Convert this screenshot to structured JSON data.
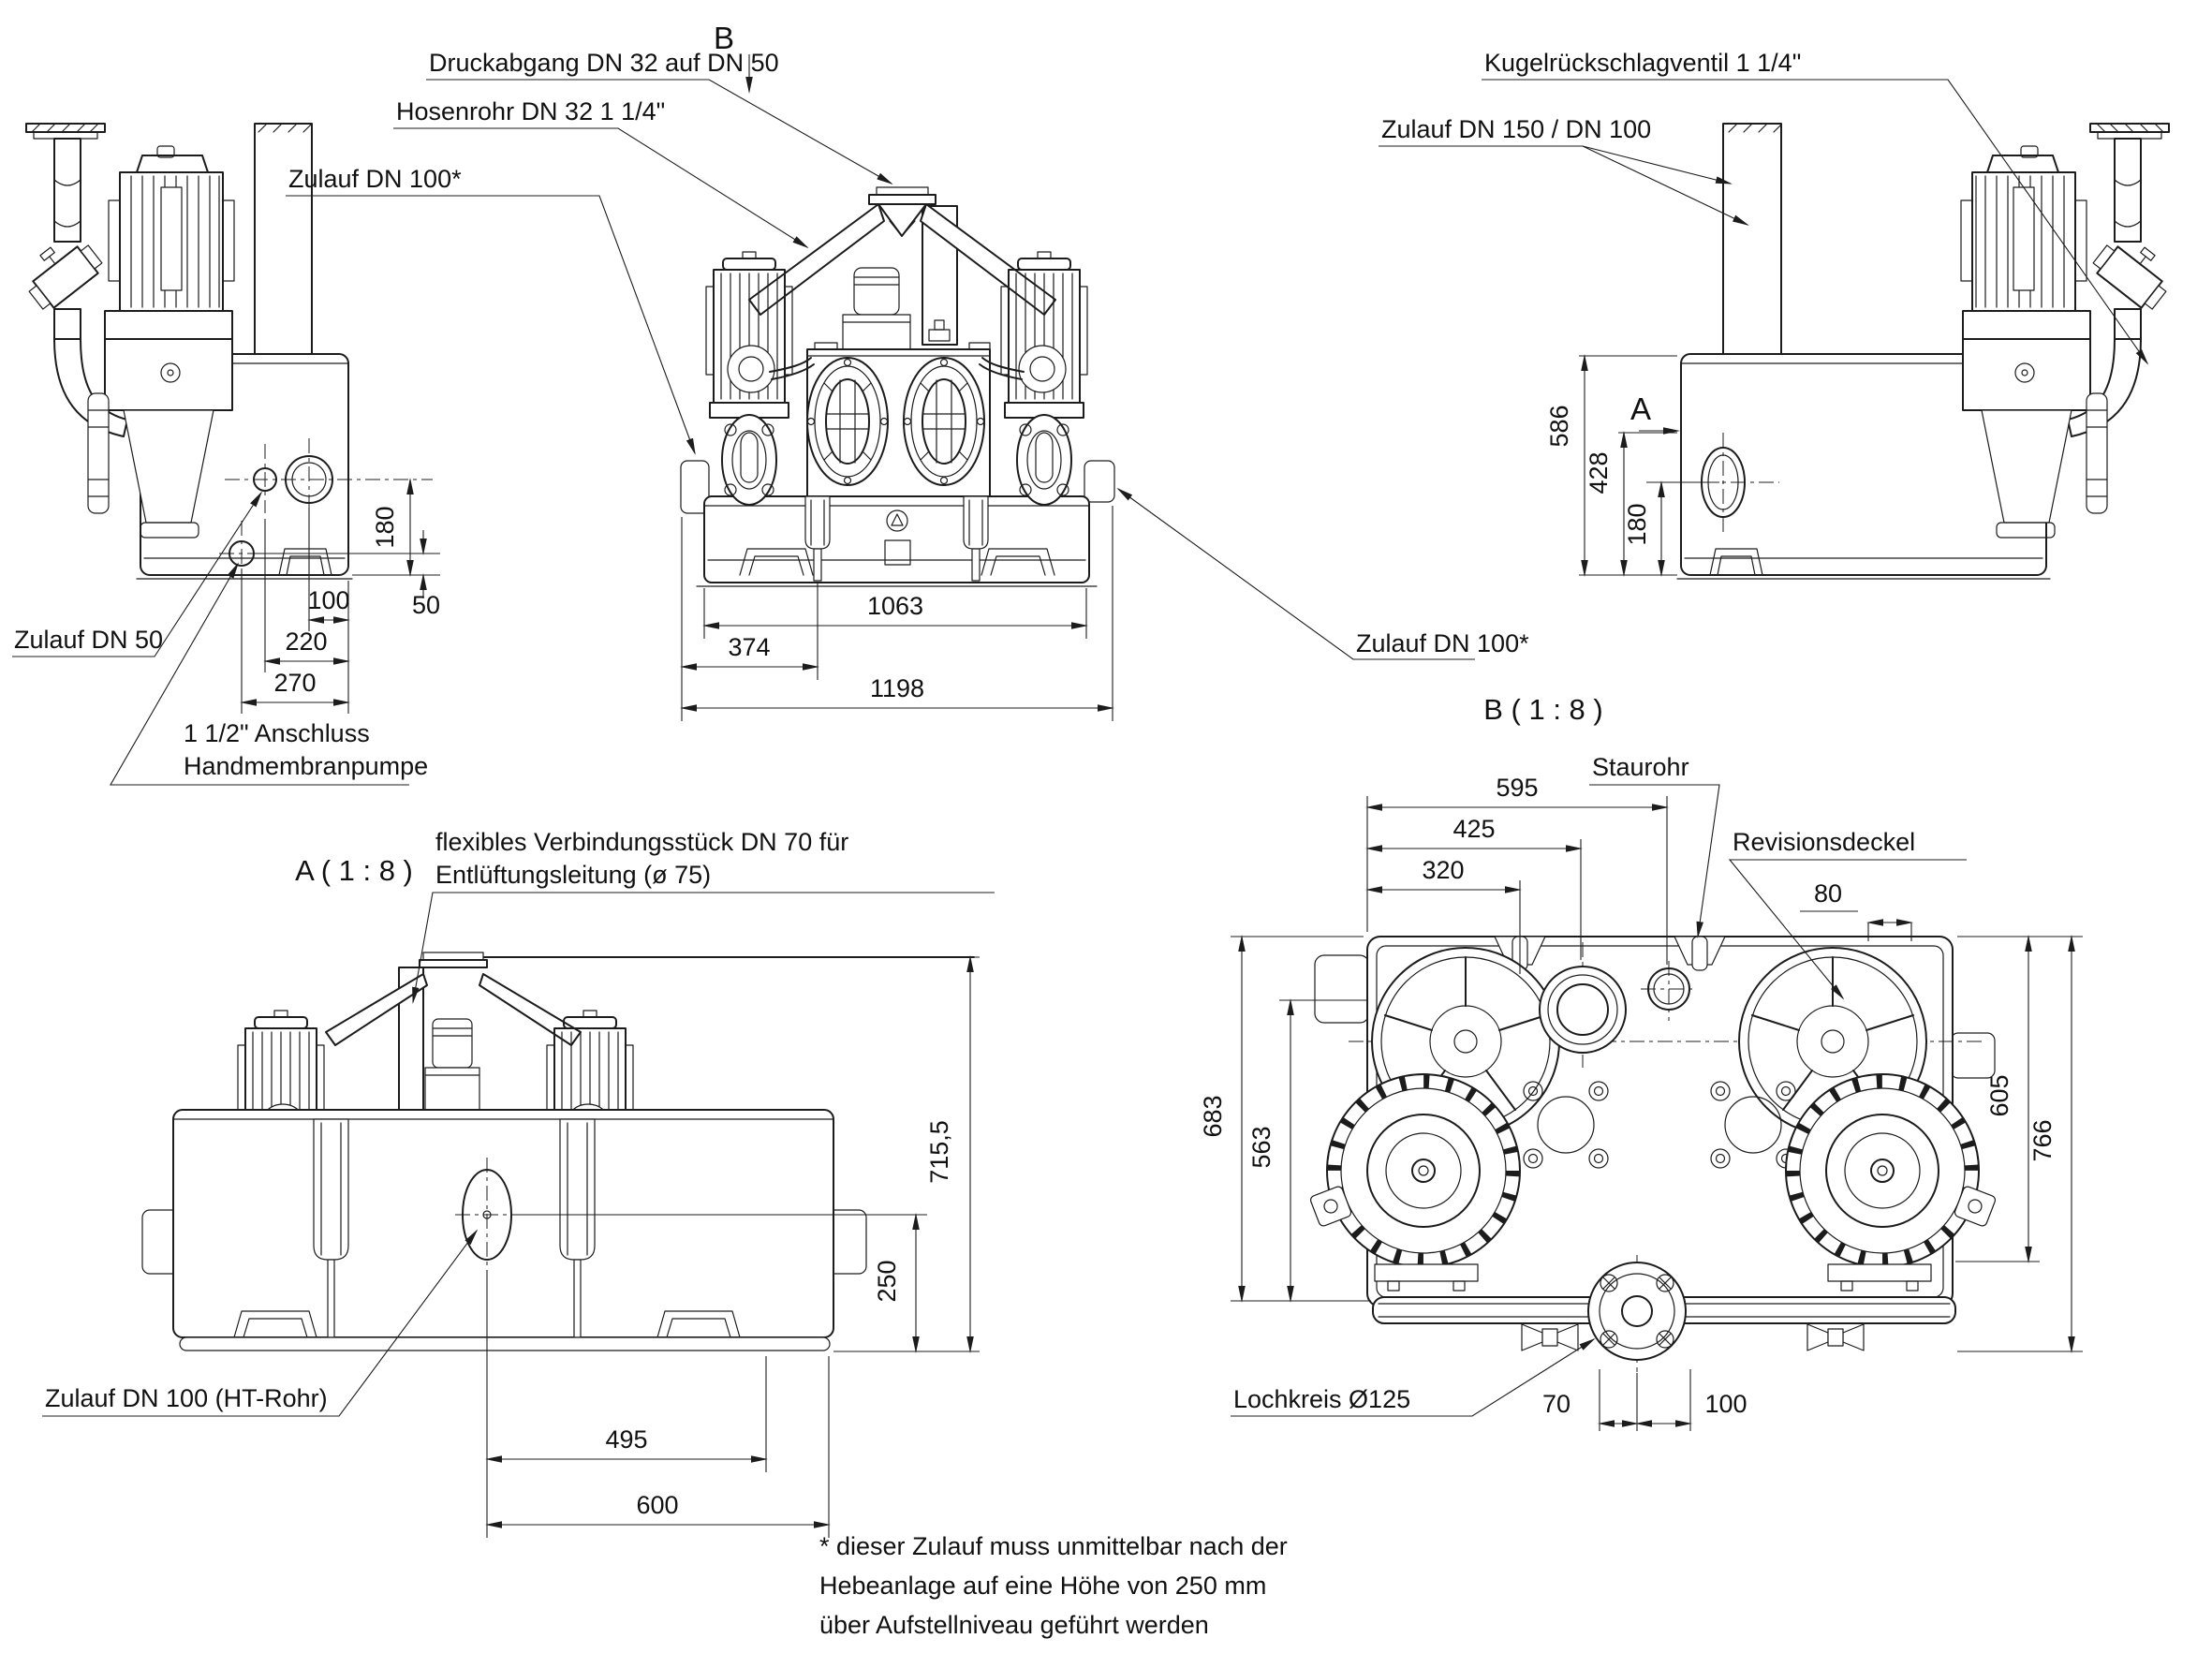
{
  "colors": {
    "line_color": "#1c1c1c",
    "background": "#ffffff"
  },
  "callouts": {
    "druckabgang": "Druckabgang DN 32 auf DN 50",
    "hosenrohr": "Hosenrohr DN 32 1 1/4\"",
    "zulauf_dn100_star_left": "Zulauf DN 100*",
    "zulauf_dn50": "Zulauf DN 50",
    "anschluss_line1": "1 1/2\" Anschluss",
    "anschluss_line2": "Handmembranpumpe",
    "kugelrueckschlagventil": "Kugelrückschlagventil 1 1/4\"",
    "zulauf_dn150_dn100": "Zulauf DN 150 / DN 100",
    "zulauf_dn100_star_right": "Zulauf DN 100*",
    "flex_line1": "flexibles Verbindungsstück DN 70 für",
    "flex_line2": "Entlüftungsleitung (ø 75)",
    "zulauf_dn100_ht": "Zulauf DN 100 (HT-Rohr)",
    "staurohr": "Staurohr",
    "revisionsdeckel": "Revisionsdeckel",
    "lochkreis": "Lochkreis Ø125"
  },
  "markers": {
    "section_b_letter": "B",
    "section_a_letter": "A",
    "section_a_title": "A ( 1 : 8 )",
    "section_b_title": "B ( 1 : 8 )"
  },
  "dims": {
    "front": {
      "w_tank": "1063",
      "w_pump": "374",
      "w_total": "1198"
    },
    "left_side": {
      "h_inlet": "180",
      "h_hand": "50",
      "o_100": "100",
      "o_220": "220",
      "o_270": "270"
    },
    "right_side": {
      "h_total": "586",
      "h_tank": "428",
      "h_inlet": "180"
    },
    "section_a": {
      "h_total": "715,5",
      "h_inlet": "250",
      "o_495": "495",
      "o_600": "600"
    },
    "section_b": {
      "d_595": "595",
      "d_425": "425",
      "d_320": "320",
      "d_80": "80",
      "d_683": "683",
      "d_563": "563",
      "d_605": "605",
      "d_766": "766",
      "d_70": "70",
      "d_100": "100"
    }
  },
  "footnote": {
    "line1": "* dieser Zulauf muss unmittelbar nach der",
    "line2": "Hebeanlage auf eine Höhe von 250 mm",
    "line3": "über Aufstellniveau geführt werden"
  }
}
